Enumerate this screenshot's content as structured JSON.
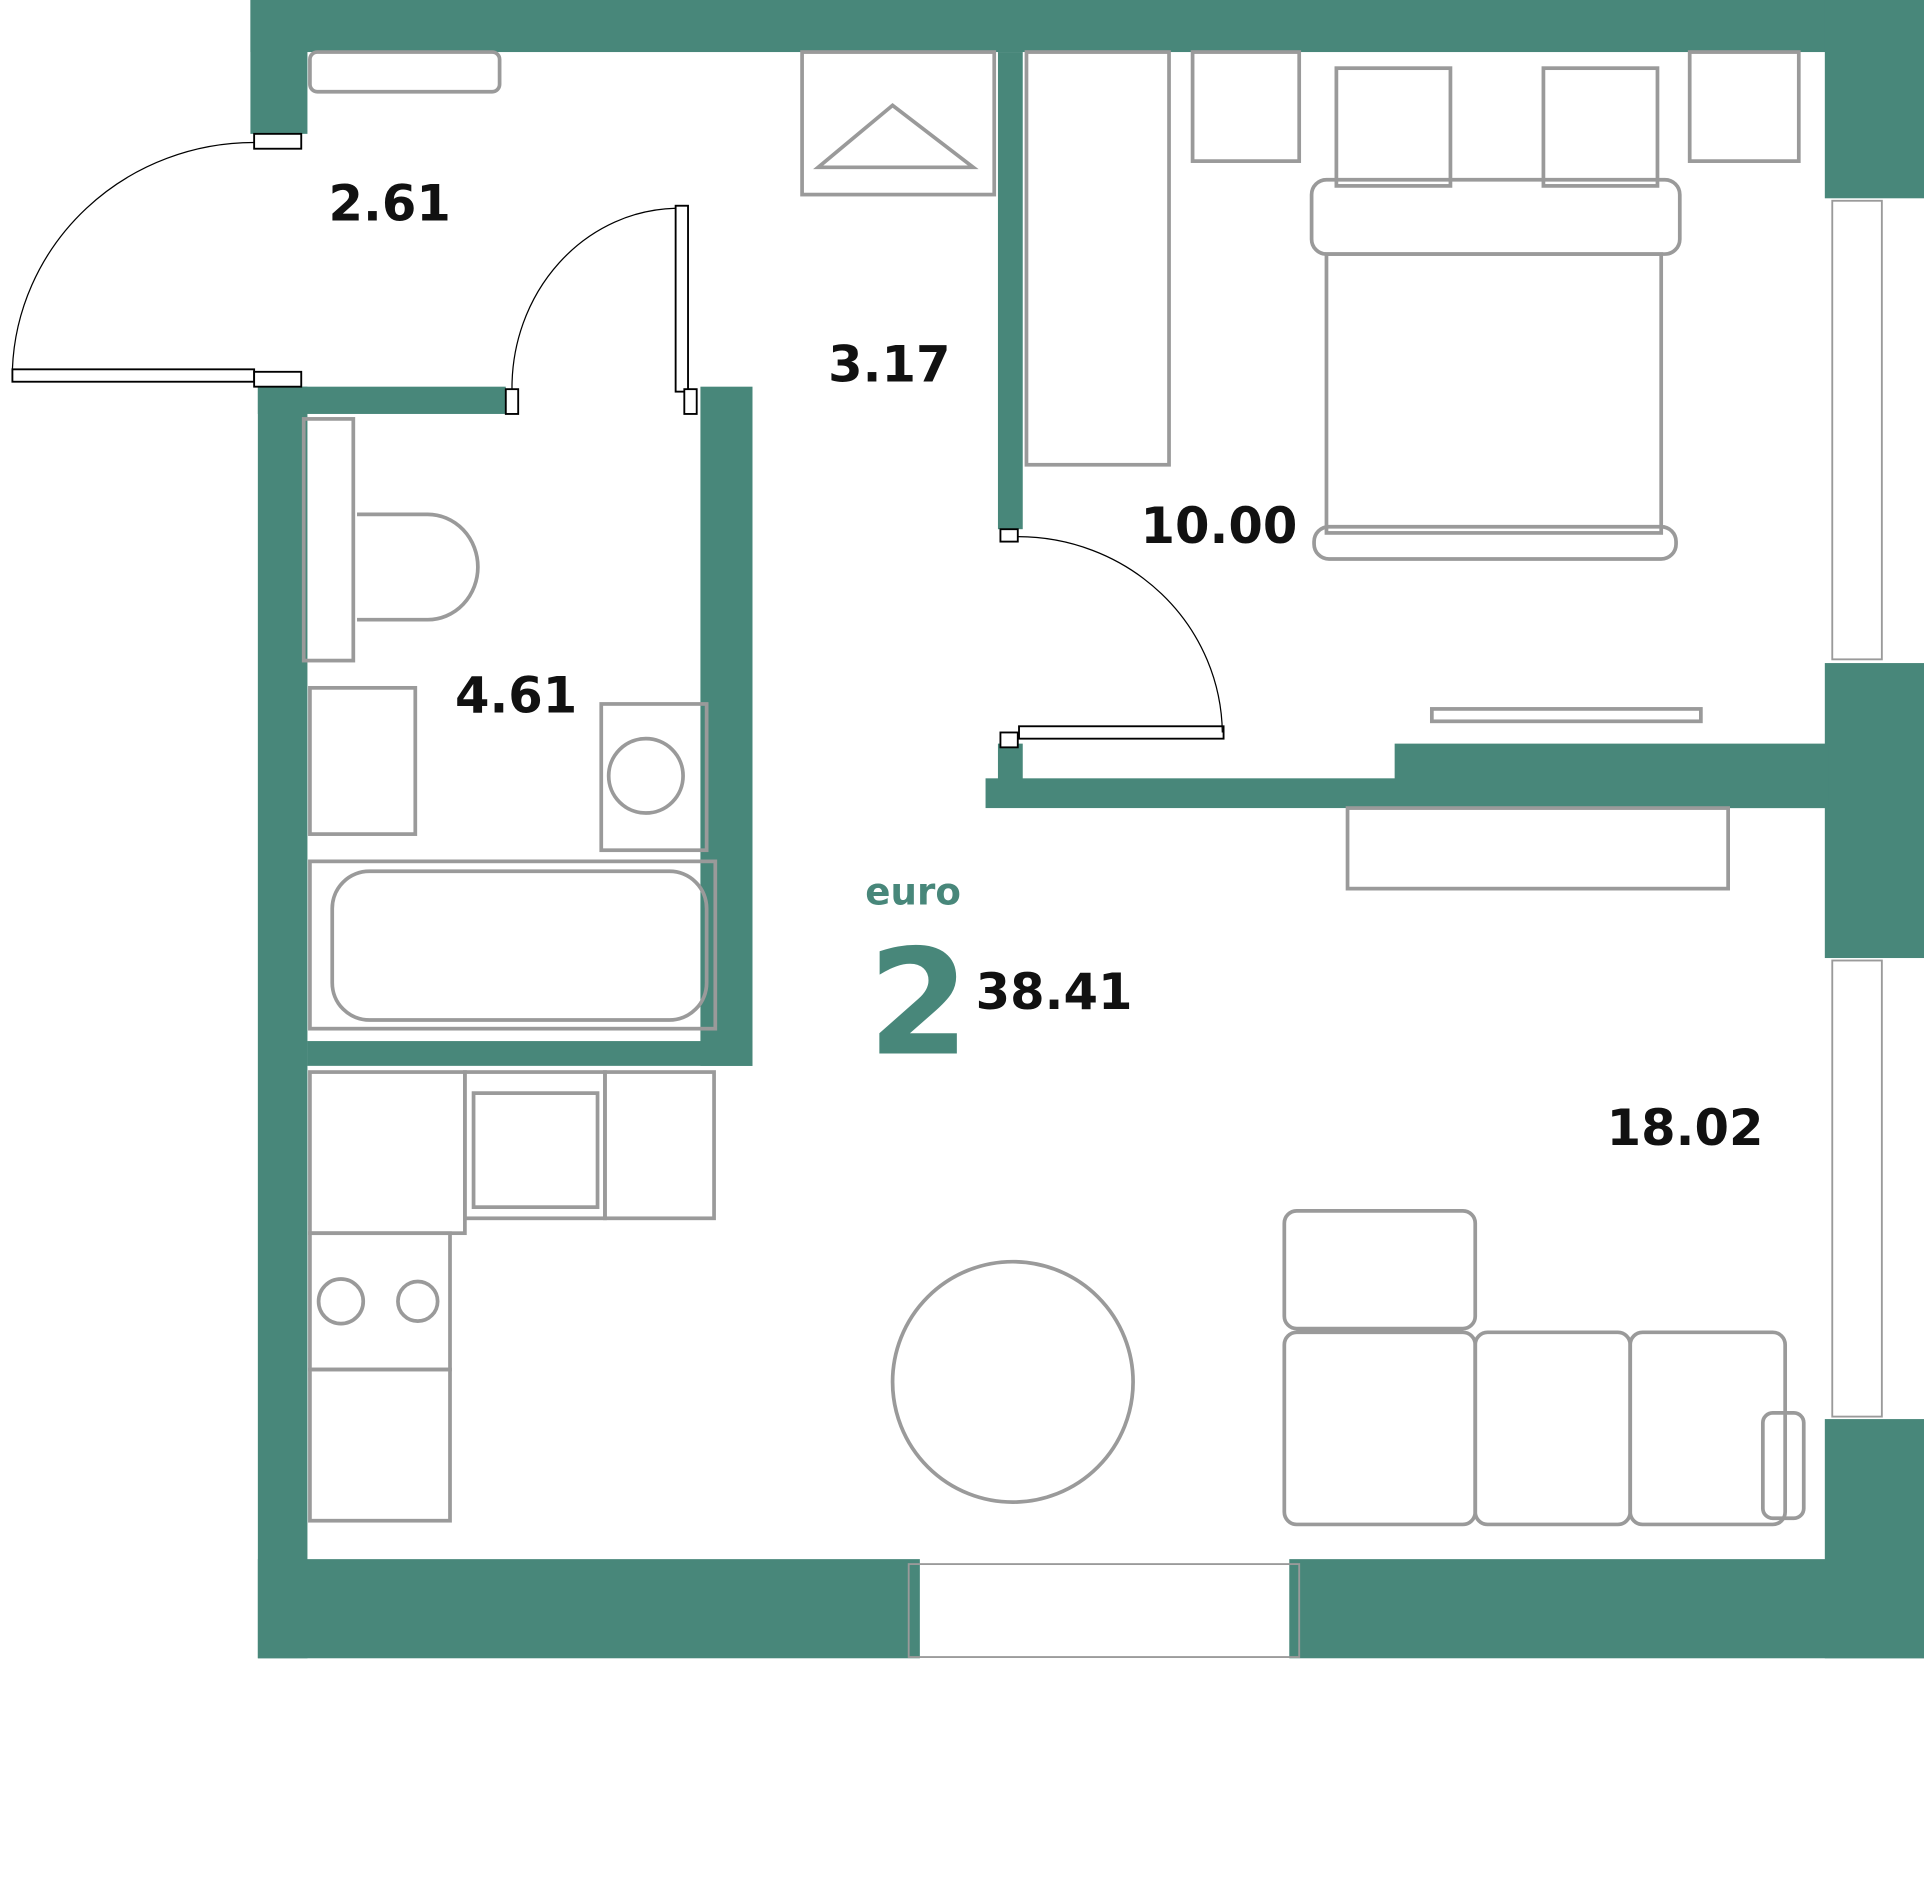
{
  "plan": {
    "type_label": "euro",
    "rooms_count": "2",
    "total_area": "38.41",
    "rooms": {
      "entrance": "2.61",
      "hall": "3.17",
      "bathroom": "4.61",
      "bedroom": "10.00",
      "living_kitchen": "18.02"
    }
  },
  "colors": {
    "wall": "#48877a",
    "furniture": "#9a9a9a"
  }
}
